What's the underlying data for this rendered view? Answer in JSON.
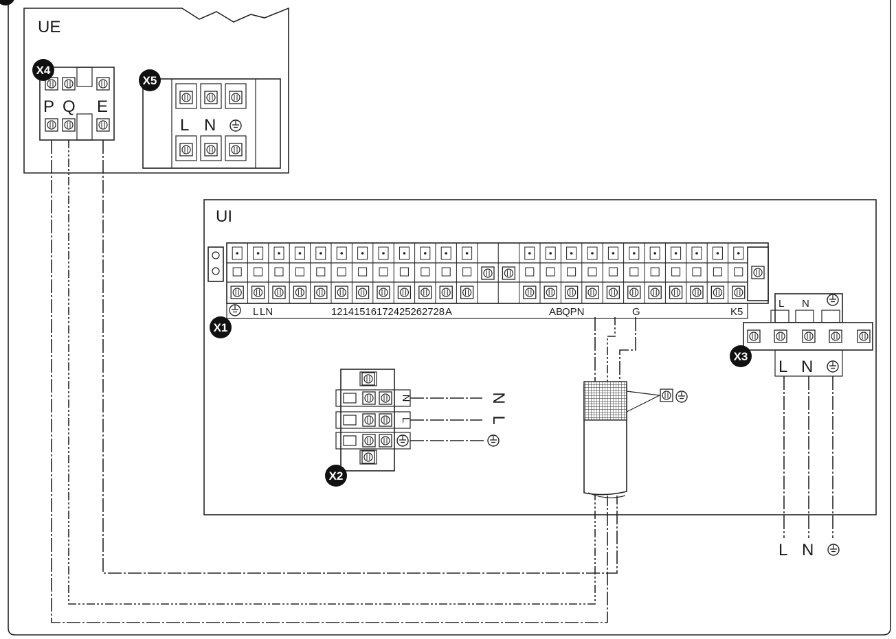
{
  "units": {
    "outdoor": "UE",
    "indoor": "UI"
  },
  "connectors": {
    "x1": "X1",
    "x2": "X2",
    "x3": "X3",
    "x4": "X4",
    "x5": "X5"
  },
  "x4_labels": [
    "P",
    "Q",
    "E"
  ],
  "x5_labels": [
    "L",
    "N"
  ],
  "x1_labels": {
    "ll": "L",
    "ln": "LN",
    "nums": "12141516172425262728",
    "a": "A",
    "ab": "AB",
    "qpn": "QPN",
    "g": "G",
    "k5": "K5"
  },
  "x2_labels": [
    "N",
    "L"
  ],
  "x2_wire_labels": [
    "N",
    "L"
  ],
  "x3_top_labels": [
    "L",
    "N"
  ],
  "x3_bottom_labels": [
    "L",
    "N"
  ],
  "supply_labels": [
    "L",
    "N"
  ],
  "icons": {
    "earth": "earth-ground-icon",
    "terminal": "screw-terminal-icon",
    "shield": "cable-shield-icon"
  }
}
